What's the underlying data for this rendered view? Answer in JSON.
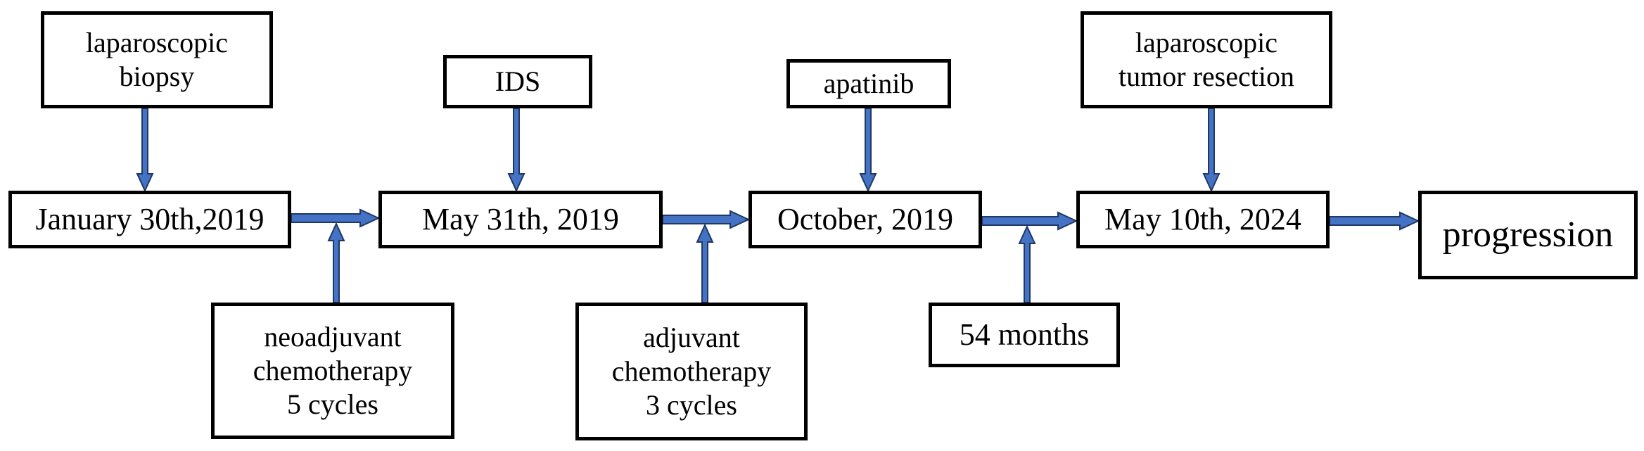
{
  "diagram": {
    "type": "timeline",
    "colors": {
      "arrow_fill": "#4472c4",
      "arrow_stroke": "#1f3864",
      "box_border": "#000000"
    },
    "timeline_nodes": [
      {
        "id": "jan2019",
        "label": "January 30th,2019"
      },
      {
        "id": "may2019",
        "label": "May 31th, 2019"
      },
      {
        "id": "oct2019",
        "label": "October, 2019"
      },
      {
        "id": "may2024",
        "label": "May 10th, 2024"
      },
      {
        "id": "progression",
        "label": "progression"
      }
    ],
    "events_above": [
      {
        "id": "laparoscopic-biopsy",
        "label": "laparoscopic\nbiopsy",
        "target": "jan2019"
      },
      {
        "id": "ids",
        "label": "IDS",
        "target": "may2019"
      },
      {
        "id": "apatinib",
        "label": "apatinib",
        "target": "oct2019"
      },
      {
        "id": "laparoscopic-tumor-resection",
        "label": "laparoscopic\ntumor resection",
        "target": "may2024"
      }
    ],
    "intervals_below": [
      {
        "id": "neoadjuvant-chemotherapy",
        "label": "neoadjuvant\nchemotherapy\n5 cycles",
        "between": [
          "jan2019",
          "may2019"
        ]
      },
      {
        "id": "adjuvant-chemotherapy",
        "label": "adjuvant\nchemotherapy\n3 cycles",
        "between": [
          "may2019",
          "oct2019"
        ]
      },
      {
        "id": "54-months",
        "label": "54 months",
        "between": [
          "oct2019",
          "may2024"
        ]
      }
    ]
  }
}
